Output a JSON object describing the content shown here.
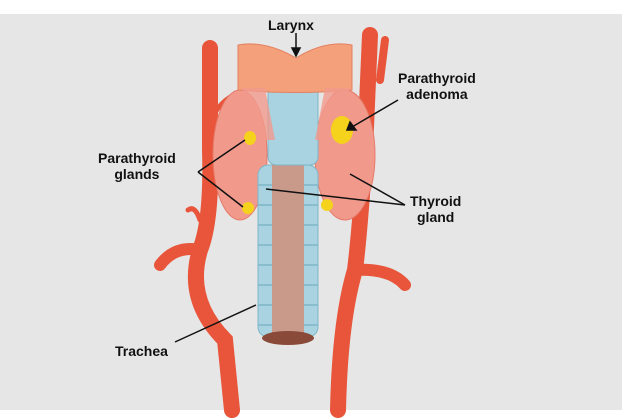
{
  "title": "Parathyroid adenoma anatomy",
  "labels": {
    "larynx": "Larynx",
    "adenoma_1": "Parathyroid",
    "adenoma_2": "adenoma",
    "glands_1": "Parathyroid",
    "glands_2": "glands",
    "thyroid_1": "Thyroid",
    "thyroid_2": "gland",
    "trachea": "Trachea"
  },
  "colors": {
    "background": "#e6e6e6",
    "artery": "#e8553a",
    "thyroid": "#f19a8c",
    "larynx": "#f4a07a",
    "trachea_ring": "#a9d3e0",
    "trachea_core": "#c99a8a",
    "parathyroid": "#f5d21c"
  }
}
